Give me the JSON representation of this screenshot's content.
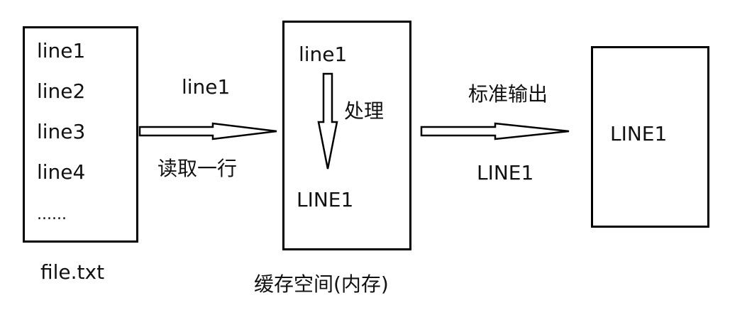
{
  "file_box": {
    "lines": [
      "line1",
      "line2",
      "line3",
      "line4",
      "......"
    ],
    "caption": "file.txt"
  },
  "read_arrow": {
    "label_top": "line1",
    "label_bottom": "读取一行"
  },
  "buffer_box": {
    "top_text": "line1",
    "process_label": "处理",
    "bottom_text": "LINE1",
    "caption": "缓存空间(内存)"
  },
  "output_arrow": {
    "label_top": "标准输出",
    "label_bottom": "LINE1"
  },
  "output_box": {
    "text": "LINE1"
  }
}
